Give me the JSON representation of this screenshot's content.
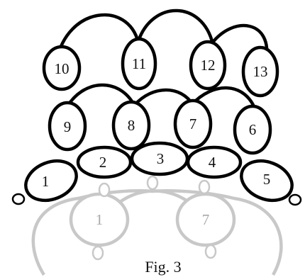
{
  "figure": {
    "caption": "Fig. 3"
  },
  "colors": {
    "stroke": "#000000",
    "ghost": "#c8c8c8",
    "background": "#ffffff"
  },
  "rings": {
    "r1": "1",
    "r2": "2",
    "r3": "3",
    "r4": "4",
    "r5": "5",
    "r6": "6",
    "r7": "7",
    "r8": "8",
    "r9": "9",
    "r10": "10",
    "r11": "11",
    "r12": "12",
    "r13": "13"
  },
  "ghost_rings": {
    "g1": "1",
    "g7": "7"
  }
}
